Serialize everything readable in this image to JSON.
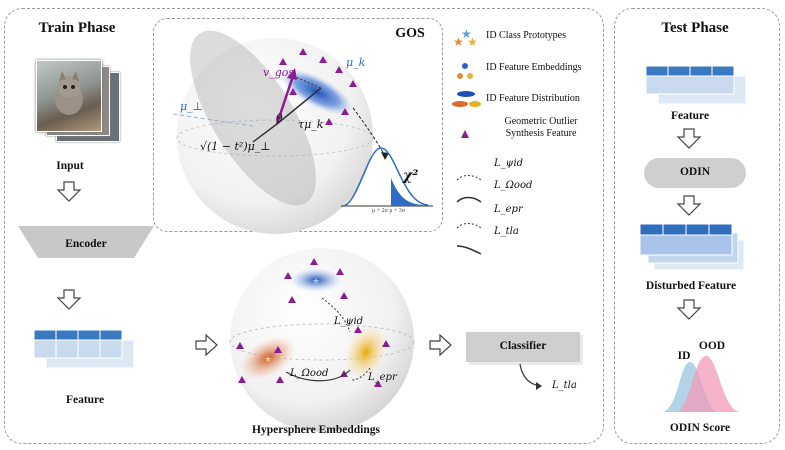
{
  "train": {
    "title": "Train Phase",
    "input_label": "Input",
    "encoder_label": "Encoder",
    "feature_label": "Feature"
  },
  "gos": {
    "title": "GOS",
    "v_gos": "v_gos",
    "mu_k": "μ_k",
    "mu_perp": "μ_⊥",
    "theta": "θ",
    "t_mu_k": "τμ_k",
    "sqrt_term": "√(1 − t²)μ_⊥",
    "chi2": "χ²",
    "axis_ticks": "μ + 2σ  μ + 3σ"
  },
  "legend": {
    "items": [
      {
        "icon": "star-icon",
        "label": "ID Class Prototypes"
      },
      {
        "icon": "dots-icon",
        "label": "ID Feature Embeddings"
      },
      {
        "icon": "ellipse-icon",
        "label": "ID Feature Distribution"
      },
      {
        "icon": "triangle-icon",
        "label": "Geometric Outlier\nSynthesis Feature"
      }
    ],
    "losses": [
      {
        "icon": "dotted-curve-icon",
        "label": "L_ψid"
      },
      {
        "icon": "solid-curve-icon",
        "label": "L_Ωood"
      },
      {
        "icon": "dotted-arrow-icon",
        "label": "L_epr"
      },
      {
        "icon": "arrow-icon",
        "label": "L_tla"
      }
    ]
  },
  "hypersphere": {
    "title": "Hypersphere Embeddings",
    "l_psi_id": "L_ψid",
    "l_omega_ood": "L_Ωood",
    "l_epr": "L_epr"
  },
  "classifier": {
    "label": "Classifier",
    "loss": "L_tla"
  },
  "test": {
    "title": "Test Phase",
    "feature_label": "Feature",
    "odin_label": "ODIN",
    "disturbed_label": "Disturbed Feature",
    "id_label": "ID",
    "ood_label": "OOD",
    "score_label": "ODIN Score"
  },
  "colors": {
    "blue": "#3d7fc7",
    "light_blue": "#dbe7f5",
    "purple": "#8a1d8f",
    "orange": "#d96a2c",
    "yellow": "#f1c21b"
  }
}
